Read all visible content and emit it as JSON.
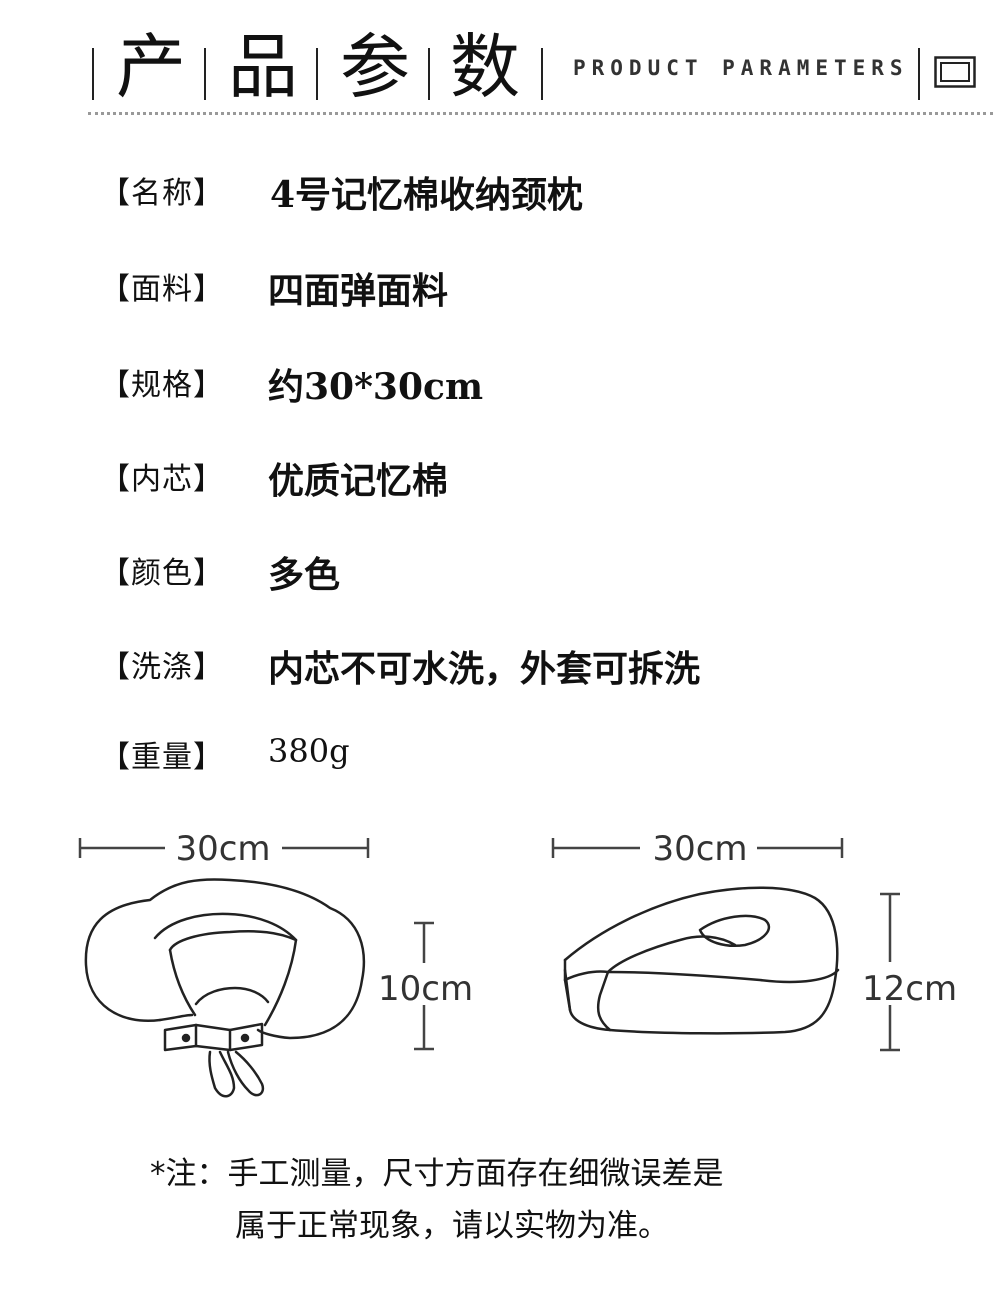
{
  "header": {
    "title_chars": [
      "产",
      "品",
      "参",
      "数"
    ],
    "subtitle": "PRODUCT PARAMETERS"
  },
  "params": [
    {
      "label": "【名称】",
      "value": "4号记忆棉收纳颈枕"
    },
    {
      "label": "【面料】",
      "value": "四面弹面料"
    },
    {
      "label": "【规格】",
      "value": "约30*30cm"
    },
    {
      "label": "【内芯】",
      "value": "优质记忆棉"
    },
    {
      "label": "【颜色】",
      "value": "多色"
    },
    {
      "label": "【洗涤】",
      "value": "内芯不可水洗，外套可拆洗"
    },
    {
      "label": "【重量】",
      "value": "380g"
    }
  ],
  "diagram": {
    "left_width": "30cm",
    "left_height": "10cm",
    "right_width": "30cm",
    "right_height": "12cm"
  },
  "note": {
    "line1": "*注：手工测量，尺寸方面存在细微误差是",
    "line2": "属于正常现象，请以实物为准。"
  }
}
